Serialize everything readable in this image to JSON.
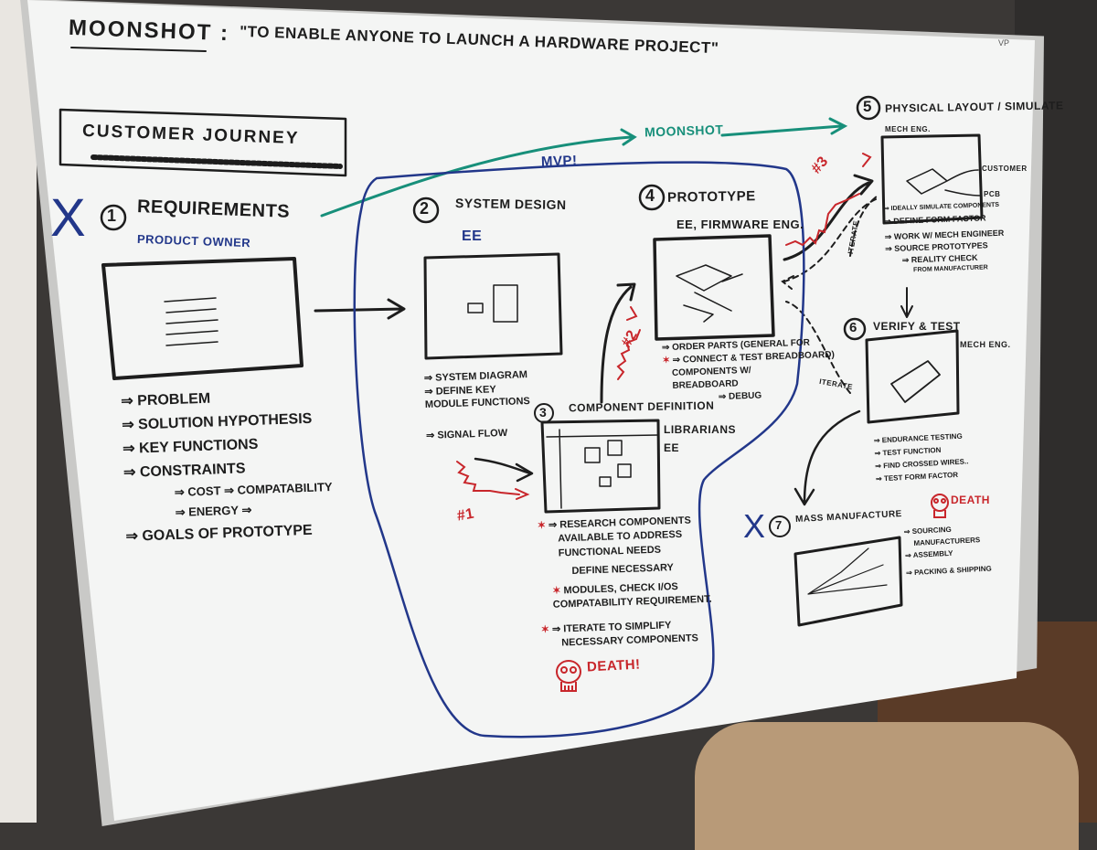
{
  "header": {
    "title": "MOONSHOT :",
    "quote": "\"TO ENABLE ANYONE TO LAUNCH A HARDWARE PROJECT\"",
    "customer_journey": "CUSTOMER JOURNEY",
    "brand_mark": "VP"
  },
  "arrows": {
    "moonshot": "MOONSHOT",
    "mvp": "MVP!",
    "iterate": "ITERATE",
    "red_labels": [
      "#1",
      "#2",
      "#3"
    ]
  },
  "marks": {
    "x": "X"
  },
  "steps": [
    {
      "number": "1",
      "title": "REQUIREMENTS",
      "role": "PRODUCT OWNER",
      "items": [
        "PROBLEM",
        "SOLUTION HYPOTHESIS",
        "KEY FUNCTIONS",
        "CONSTRAINTS"
      ],
      "subitems": [
        "COST ⇒ COMPATABILITY",
        "ENERGY ⇒"
      ],
      "last_item": "GOALS OF PROTOTYPE"
    },
    {
      "number": "2",
      "title": "SYSTEM DESIGN",
      "role": "EE",
      "items": [
        "SYSTEM DIAGRAM",
        "DEFINE KEY",
        "MODULE FUNCTIONS",
        "SIGNAL FLOW"
      ]
    },
    {
      "number": "3",
      "title": "COMPONENT DEFINITION",
      "role": "LIBRARIANS",
      "role2": "EE",
      "items": [
        "RESEARCH COMPONENTS",
        "AVAILABLE TO ADDRESS",
        "FUNCTIONAL NEEDS",
        "DEFINE NECESSARY",
        "MODULES, CHECK I/OS",
        "COMPATABILITY REQUIREMENT.",
        "ITERATE TO SIMPLIFY",
        "NECESSARY COMPONENTS"
      ],
      "death": "DEATH!"
    },
    {
      "number": "4",
      "title": "PROTOTYPE",
      "role": "EE, FIRMWARE ENG.",
      "items": [
        "ORDER PARTS (GENERAL FOR",
        "CONNECT & TEST BREADBOARD)",
        "COMPONENTS W/",
        "BREADBOARD",
        "⇒ DEBUG"
      ]
    },
    {
      "number": "5",
      "title": "PHYSICAL LAYOUT / SIMULATE",
      "role": "MECH ENG.",
      "sketch_labels": [
        "CUSTOMER",
        "PCB"
      ],
      "items": [
        "IDEALLY SIMULATE COMPONENTS",
        "DEFINE FORM FACTOR",
        "WORK W/ MECH ENGINEER",
        "SOURCE PROTOTYPES",
        "⇒ REALITY CHECK",
        "FROM MANUFACTURER"
      ]
    },
    {
      "number": "6",
      "title": "VERIFY & TEST",
      "role": "MECH ENG.",
      "items": [
        "ENDURANCE TESTING",
        "TEST FUNCTION",
        "FIND CROSSED WIRES..",
        "TEST FORM FACTOR"
      ]
    },
    {
      "number": "7",
      "title": "MASS MANUFACTURE",
      "items": [
        "SOURCING",
        "MANUFACTURERS",
        "ASSEMBLY",
        "PACKING & SHIPPING"
      ],
      "death": "DEATH"
    }
  ]
}
